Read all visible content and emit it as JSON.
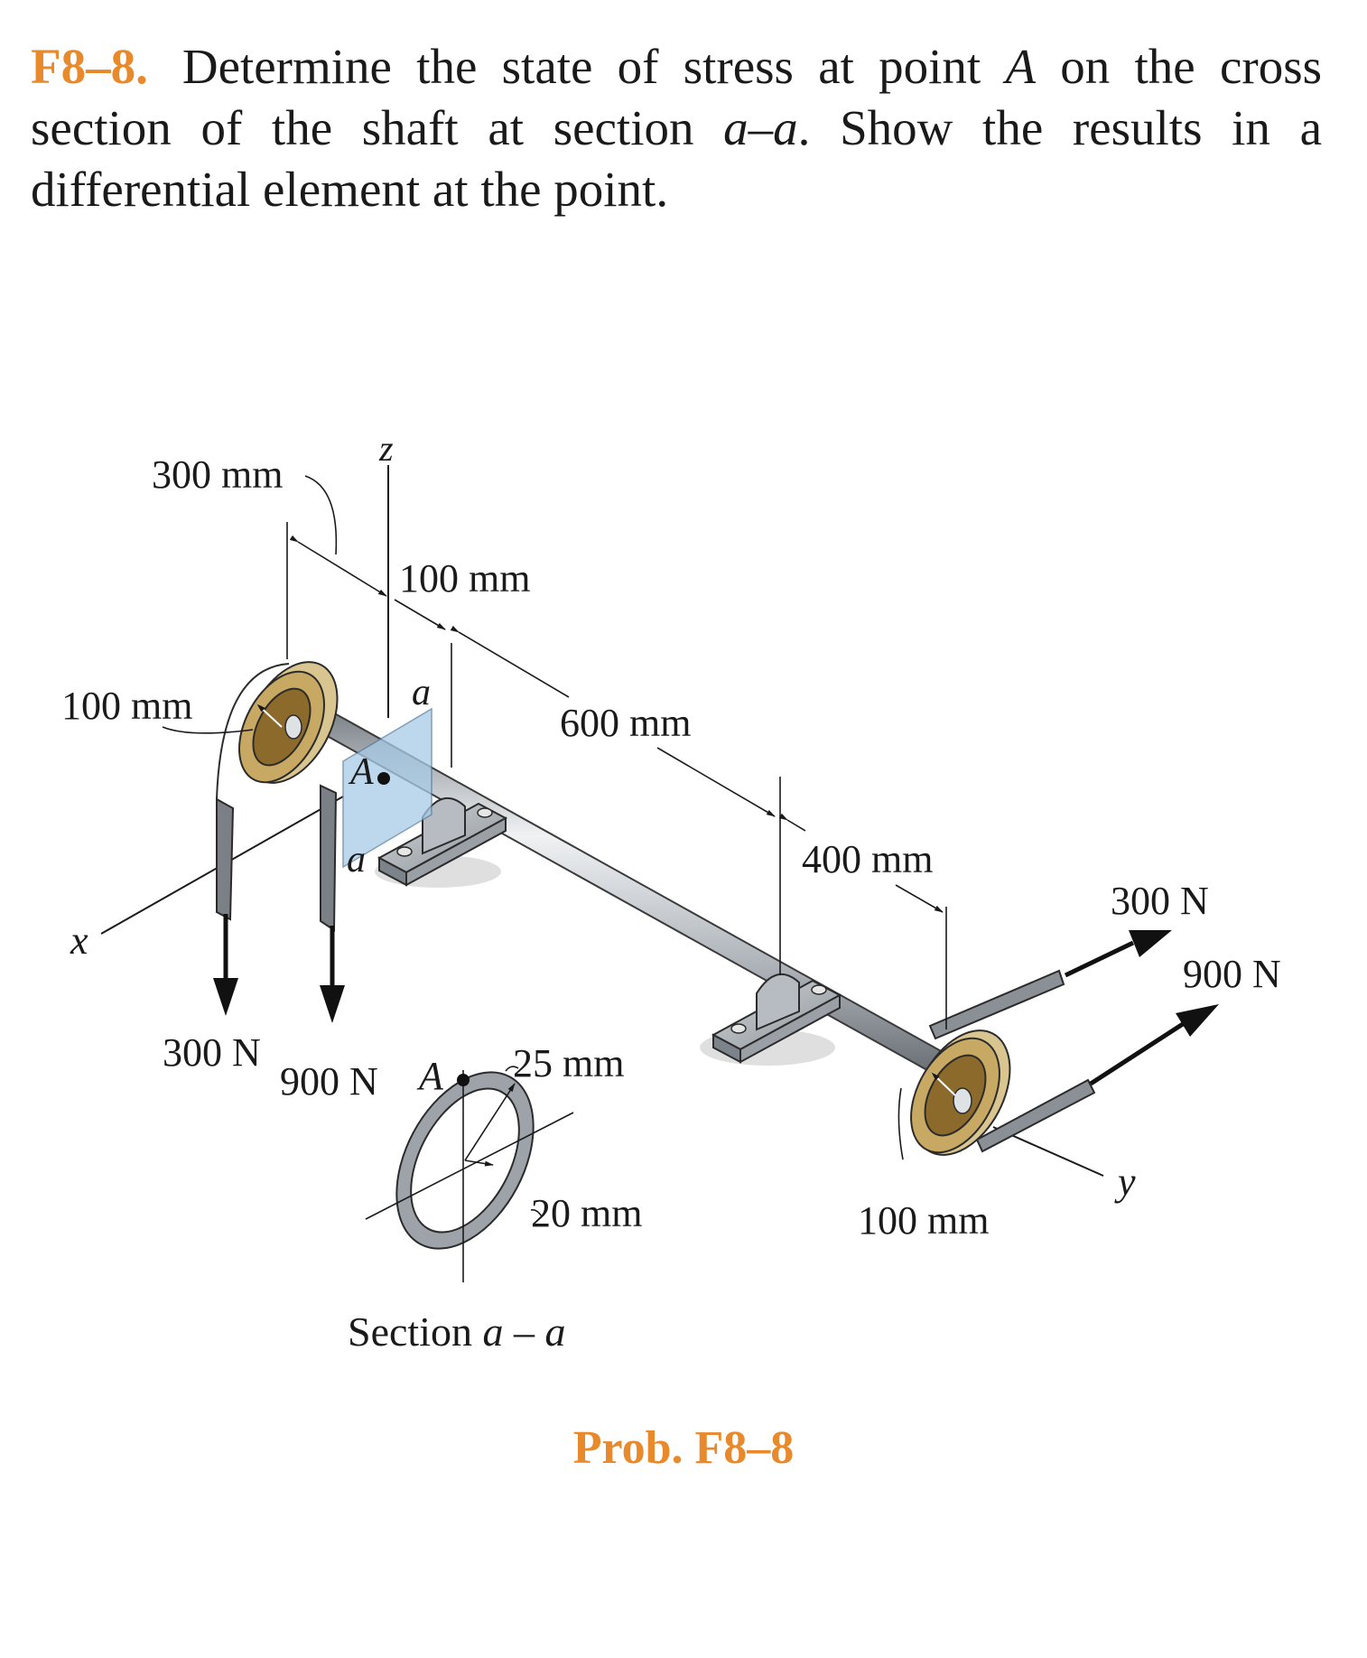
{
  "problem": {
    "number": "F8–8.",
    "text_1": "Determine the state of stress at point ",
    "point_label": "A",
    "text_2": " on the cross section of the shaft at section ",
    "section_label": "a–a",
    "text_3": ". Show the results in a differential element at the point."
  },
  "diagram": {
    "dim_300mm_top": "300 mm",
    "dim_100mm_top": "100 mm",
    "dim_100mm_left": "100 mm",
    "dim_600mm": "600 mm",
    "dim_400mm": "400 mm",
    "dim_100mm_right": "100 mm",
    "force_300N_left": "300 N",
    "force_900N_left": "900 N",
    "force_300N_right": "300 N",
    "force_900N_right": "900 N",
    "axis_x": "x",
    "axis_y": "y",
    "axis_z": "z",
    "section_mark_top": "a",
    "section_mark_bottom": "a",
    "point_A": "A",
    "section_point_A": "A",
    "outer_radius": "25 mm",
    "inner_radius": "20 mm",
    "section_label_prefix": "Section ",
    "section_label_name": "a – a"
  },
  "caption": "Prob. F8–8",
  "colors": {
    "accent_orange": "#e8892c",
    "pulley_gold": "#c8a964",
    "pulley_hub": "#8c6a2c",
    "section_plane_blue": "#a8cbe6",
    "shaft_gray": "#9ea4aa"
  }
}
